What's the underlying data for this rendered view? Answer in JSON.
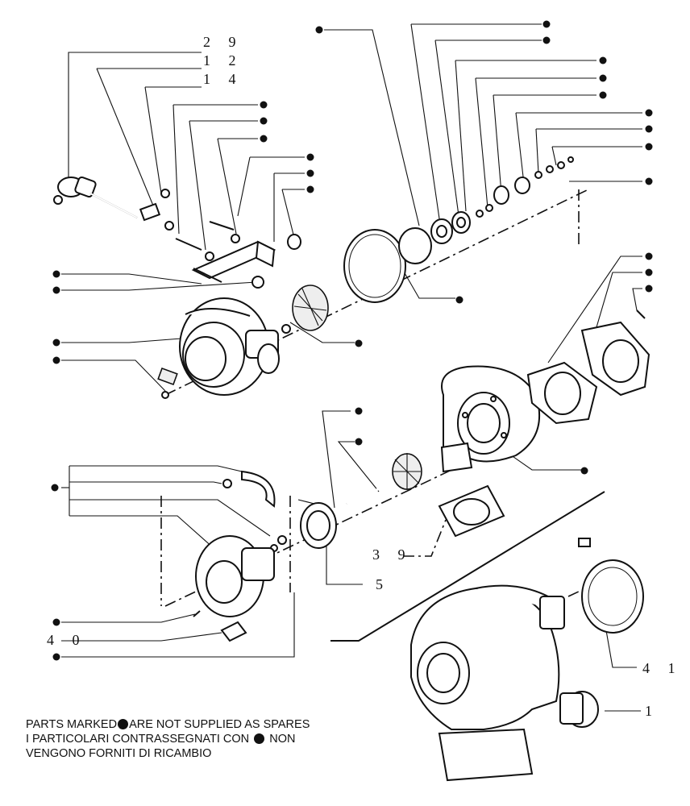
{
  "callouts": {
    "n29": "2 9",
    "n12": "1 2",
    "n14": "1 4",
    "n39": "3 9",
    "n5": "5",
    "n40": "4 0",
    "n41": "4 1",
    "n1": "1"
  },
  "legend": {
    "line1_a": "PARTS MARKED",
    "line1_b": "ARE NOT SUPPLIED AS SPARES",
    "line2_a": "I PARTICOLARI  CONTRASSEGNATI  CON",
    "line2_b": "NON",
    "line3": "VENGONO FORNITI DI RICAMBIO"
  },
  "colors": {
    "ink": "#111111",
    "paper": "#ffffff"
  }
}
